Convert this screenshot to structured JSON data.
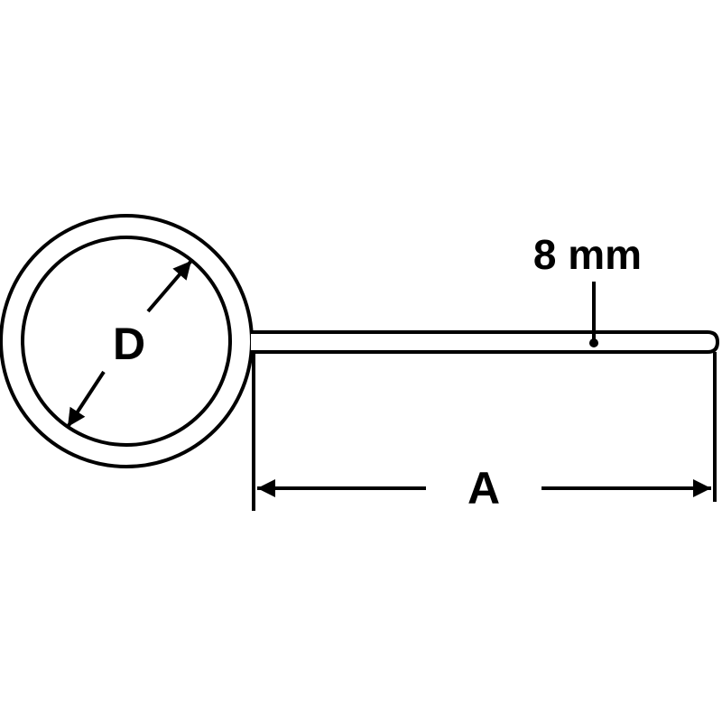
{
  "diagram": {
    "labels": {
      "diameter": "D",
      "length": "A",
      "rod_size": "8 mm"
    },
    "colors": {
      "stroke": "#000000",
      "fill": "#ffffff"
    }
  }
}
